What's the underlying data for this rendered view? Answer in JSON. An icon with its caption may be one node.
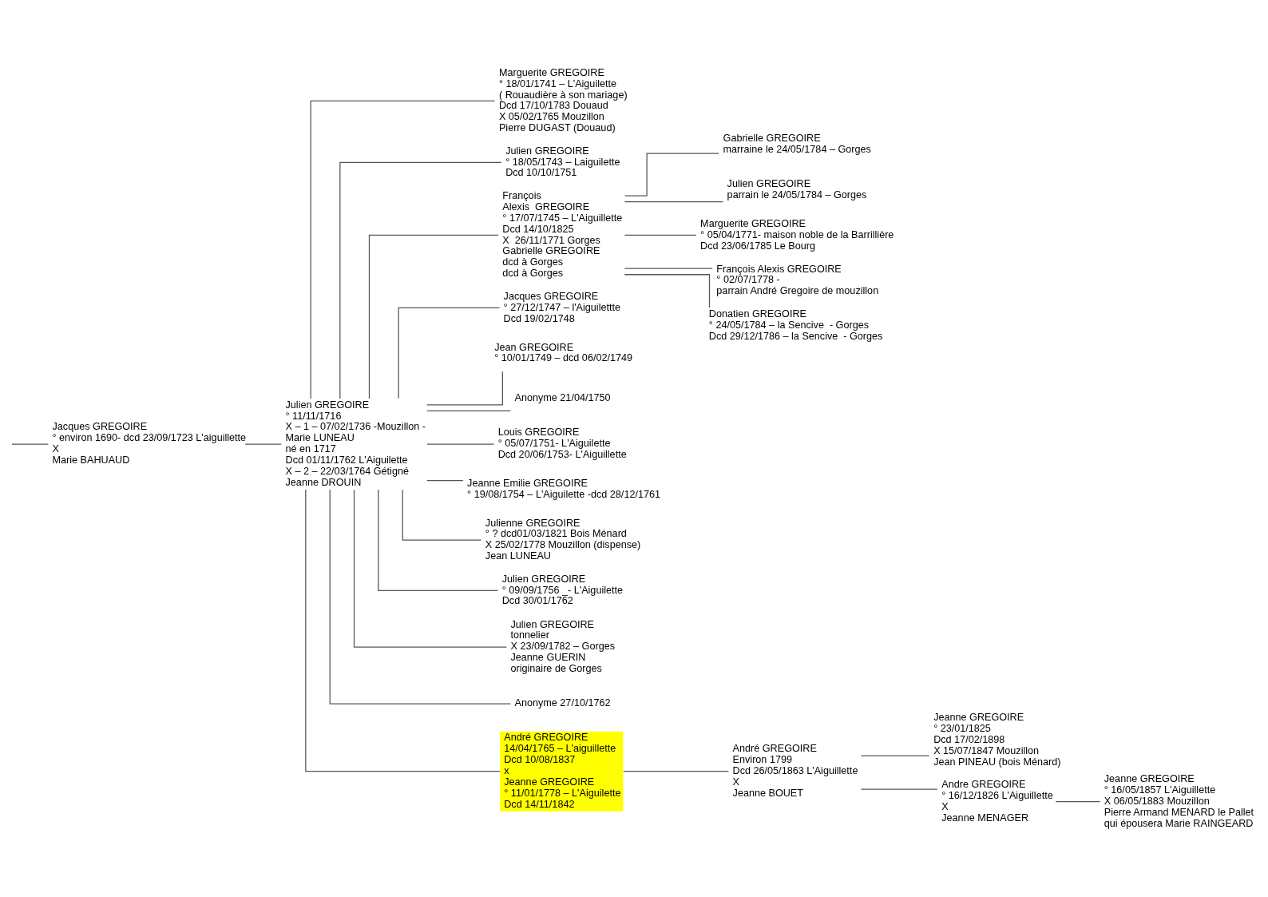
{
  "diagram": {
    "nodes": [
      {
        "text": [
          "Jacques GREGOIRE",
          "° environ 1690- dcd 23/09/1723 L'aiguillette",
          "X",
          "Marie BAHUAUD"
        ]
      },
      {
        "text": [
          "Marguerite GREGOIRE",
          "° 18/01/1741 – L'Aiguilette",
          "( Rouaudière à son mariage)",
          "Dcd 17/10/1783 Douaud",
          "X 05/02/1765 Mouzillon",
          "Pierre DUGAST (Douaud)"
        ]
      },
      {
        "text": [
          "Julien GREGOIRE",
          "° 18/05/1743 – Laiguilette",
          "Dcd 10/10/1751"
        ]
      },
      {
        "text": [
          "François",
          "Alexis  GREGOIRE",
          "° 17/07/1745 – L'Aiguillette",
          "Dcd 14/10/1825",
          "X  26/11/1771 Gorges",
          "Gabrielle GREGOIRE",
          "dcd à Gorges",
          "dcd à Gorges"
        ]
      },
      {
        "text": [
          "Gabrielle GREGOIRE",
          "marraine le 24/05/1784 – Gorges"
        ]
      },
      {
        "text": [
          "Julien GREGOIRE",
          "parrain le 24/05/1784 – Gorges"
        ]
      },
      {
        "text": [
          "Marguerite GREGOIRE",
          "° 05/04/1771- maison noble de la Barrillière",
          "Dcd 23/06/1785 Le Bourg"
        ]
      },
      {
        "text": [
          "François Alexis GREGOIRE",
          "° 02/07/1778 -",
          "parrain André Gregoire de mouzillon"
        ]
      },
      {
        "text": [
          "Donatien GREGOIRE",
          "° 24/05/1784 – la Sencive  - Gorges",
          "Dcd 29/12/1786 – la Sencive  - Gorges"
        ]
      },
      {
        "text": [
          "Jacques GREGOIRE",
          "° 27/12/1747 – l'Aiguilettte",
          "Dcd 19/02/1748"
        ]
      },
      {
        "text": [
          "Jean GREGOIRE",
          "° 10/01/1749 – dcd 06/02/1749"
        ]
      },
      {
        "text": [
          "Anonyme 21/04/1750"
        ]
      },
      {
        "text": [
          "Louis GREGOIRE",
          "° 05/07/1751- L'Aiguilette",
          "Dcd 20/06/1753- L'Aiguillette"
        ]
      },
      {
        "text": [
          "Jeanne Emilie GREGOIRE",
          "° 19/08/1754 – L'Aiguilette -dcd 28/12/1761"
        ]
      },
      {
        "text": [
          "Julienne GREGOIRE",
          "° ? dcd01/03/1821 Bois Ménard",
          "X 25/02/1778 Mouzillon (dispense)",
          "Jean LUNEAU"
        ]
      },
      {
        "text": [
          "Julien GREGOIRE",
          "° 11/11/1716",
          "X – 1 – 07/02/1736 -Mouzillon -",
          "Marie LUNEAU",
          "né en 1717",
          "Dcd 01/11/1762 L'Aiguilette",
          "X – 2 – 22/03/1764 Gétigné",
          "Jeanne DROUIN"
        ]
      },
      {
        "text": [
          "Julien GREGOIRE",
          "° 09/09/1756 _- L'Aiguilette",
          "Dcd 30/01/1762"
        ]
      },
      {
        "text": [
          "Julien GREGOIRE",
          "tonnelier",
          "X 23/09/1782 – Gorges",
          "Jeanne GUERIN",
          "originaire de Gorges"
        ]
      },
      {
        "text": [
          "Anonyme 27/10/1762"
        ]
      },
      {
        "text": [
          "André GREGOIRE",
          "14/04/1765 – L'aiguillette",
          "Dcd 10/08/1837",
          "x",
          "Jeanne GREGOIRE",
          "° 11/01/1778 – L'Aiguilette",
          "Dcd 14/11/1842"
        ]
      },
      {
        "text": [
          "André GREGOIRE",
          "Environ 1799",
          "Dcd 26/05/1863 L'Aiguillette",
          "X",
          "Jeanne BOUET"
        ]
      },
      {
        "text": [
          "Jeanne GREGOIRE",
          "° 23/01/1825",
          "Dcd 17/02/1898",
          "X 15/07/1847 Mouzillon",
          "Jean PINEAU (bois Ménard)"
        ]
      },
      {
        "text": [
          "Andre GREGOIRE",
          "° 16/12/1826 L'Aiguillette",
          "X",
          "Jeanne MENAGER"
        ]
      },
      {
        "text": [
          "Jeanne GREGOIRE",
          "° 16/05/1857 L'Aiguillette",
          "X 06/05/1883 Mouzillon",
          "Pierre Armand MENARD le Pallet",
          "qui épousera Marie RAINGEARD"
        ]
      }
    ],
    "edges": [
      {
        "from": null,
        "to": 0,
        "arrow": "none"
      },
      {
        "from": 0,
        "to": 15,
        "arrow": "none"
      },
      {
        "from": 15,
        "to": 1,
        "arrow": "none"
      },
      {
        "from": 15,
        "to": 2,
        "arrow": "none"
      },
      {
        "from": 15,
        "to": 3,
        "arrow": "none"
      },
      {
        "from": 3,
        "to": 4,
        "arrow": "none"
      },
      {
        "from": 3,
        "to": 5,
        "arrow": "none"
      },
      {
        "from": 3,
        "to": 6,
        "arrow": "none"
      },
      {
        "from": 3,
        "to": 7,
        "arrow": "none"
      },
      {
        "from": 3,
        "to": 8,
        "arrow": "none"
      },
      {
        "from": 15,
        "to": 9,
        "arrow": "none"
      },
      {
        "from": 15,
        "to": 10,
        "arrow": "none"
      },
      {
        "from": 15,
        "to": 11,
        "arrow": "none"
      },
      {
        "from": 15,
        "to": 12,
        "arrow": "none"
      },
      {
        "from": 15,
        "to": 13,
        "arrow": "none"
      },
      {
        "from": 15,
        "to": 14,
        "arrow": "none"
      },
      {
        "from": 15,
        "to": 16,
        "arrow": "none"
      },
      {
        "from": 15,
        "to": 17,
        "arrow": "none"
      },
      {
        "from": 15,
        "to": 18,
        "arrow": "none"
      },
      {
        "from": 15,
        "to": 19,
        "arrow": "none"
      },
      {
        "from": 19,
        "to": 20,
        "arrow": "none"
      },
      {
        "from": 20,
        "to": 21,
        "arrow": "none"
      },
      {
        "from": 20,
        "to": 22,
        "arrow": "none"
      },
      {
        "from": 22,
        "to": 23,
        "arrow": "none"
      }
    ]
  }
}
